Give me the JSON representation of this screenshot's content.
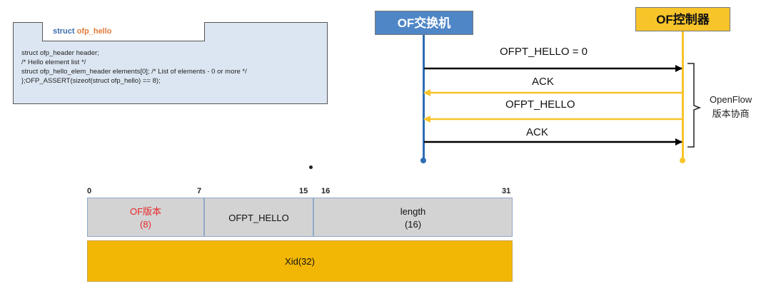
{
  "code": {
    "tab_keyword": "struct ",
    "tab_name": "ofp_hello",
    "lines": [
      "struct ofp_header header;",
      "/* Hello element list */",
      "struct ofp_hello_elem_header elements[0]; /* List of elements - 0 or more */",
      "};OFP_ASSERT(sizeof(struct ofp_hello) == 8);"
    ]
  },
  "sequence": {
    "switch_label": "OF交换机",
    "controller_label": "OF控制器",
    "messages": [
      {
        "label": "OFPT_HELLO = 0",
        "direction": "switch-to-controller",
        "color": "#000000"
      },
      {
        "label": "ACK",
        "direction": "controller-to-switch",
        "color": "#f7c42a"
      },
      {
        "label": "OFPT_HELLO",
        "direction": "controller-to-switch",
        "color": "#f7c42a"
      },
      {
        "label": "ACK",
        "direction": "switch-to-controller",
        "color": "#000000"
      }
    ],
    "brace_label_line1": "OpenFlow",
    "brace_label_line2": "版本协商"
  },
  "packet": {
    "bits": {
      "b0": "0",
      "b7": "7",
      "b15": "15",
      "b16": "16",
      "b31": "31"
    },
    "version_name": "OF版本",
    "version_size": "(8)",
    "type_name": "OFPT_HELLO",
    "length_name": "length",
    "length_size": "(16)",
    "xid": "Xid(32)"
  },
  "colors": {
    "switch": "#4f86c6",
    "controller": "#f7c42a",
    "version_text": "#e8262a",
    "xid_fill": "#f2b705"
  }
}
